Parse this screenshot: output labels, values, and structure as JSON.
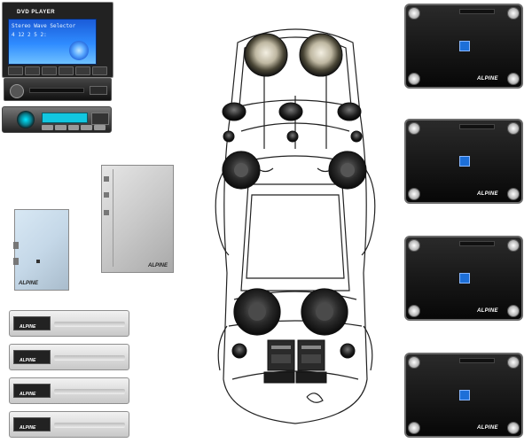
{
  "head_unit": {
    "title": "DVD PLAYER",
    "lcd_lines": [
      "Stereo Wave Selector",
      "  4     12     2 5 2:"
    ]
  },
  "brand": "ALPINE",
  "changer_count": 4,
  "amplifier_count": 4,
  "colors": {
    "lcd_blue": "#2f8cff",
    "cd_display_cyan": "#12c7e0",
    "amp_badge_blue": "#1d6fd8",
    "amp_body": "#0e0e0e",
    "silver": "#c9c9c9"
  },
  "icons": [
    "speaker-icon",
    "subwoofer-icon",
    "tweeter-icon",
    "crossover-icon",
    "amplifier-icon"
  ]
}
